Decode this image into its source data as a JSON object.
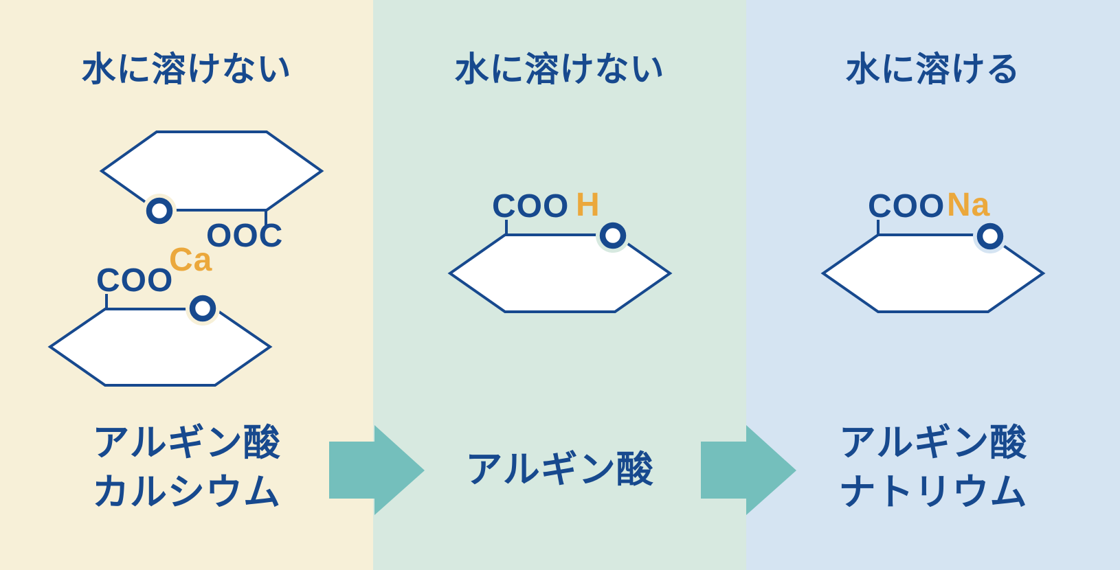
{
  "colors": {
    "ink": "#17498E",
    "accent": "#EBA83C",
    "arrow": "#74BFBC",
    "calcium-bg": "#F7F0D8",
    "acid-bg": "#D7E9E0",
    "sodium-bg": "#D5E4F2"
  },
  "panels": [
    {
      "title": "水に溶けない",
      "compound": [
        "アルギン酸",
        "カルシウム"
      ],
      "formula": {
        "coo": "COO",
        "ooc": "OOC",
        "cation": "Ca",
        "ring_oxygen": "O"
      }
    },
    {
      "title": "水に溶けない",
      "compound": [
        "アルギン酸"
      ],
      "formula": {
        "coo": "COO",
        "cation": "H",
        "ring_oxygen": "O"
      }
    },
    {
      "title": "水に溶ける",
      "compound": [
        "アルギン酸",
        "ナトリウム"
      ],
      "formula": {
        "coo": "COO",
        "cation": "Na",
        "ring_oxygen": "O"
      }
    }
  ]
}
